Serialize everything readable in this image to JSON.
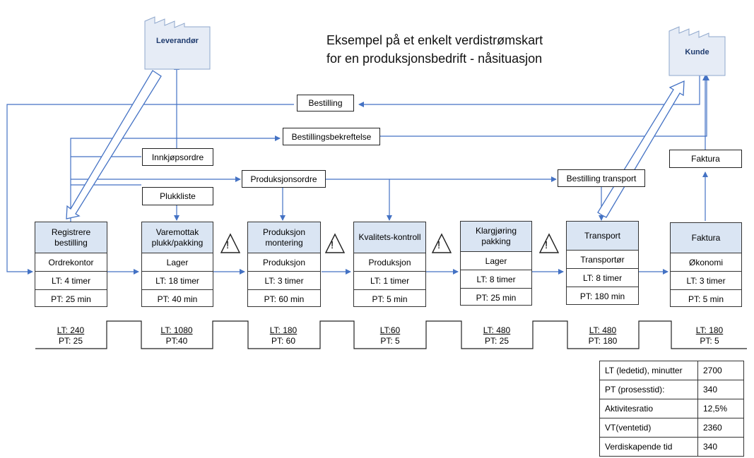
{
  "title": {
    "line1": "Eksempel på et enkelt verdistrømskart",
    "line2": "for en produksjonsbedrift  - nåsituasjon"
  },
  "factories": {
    "supplier": "Leverandør",
    "customer": "Kunde"
  },
  "info_boxes": {
    "bestilling": "Bestilling",
    "bestillingsbekreftelse": "Bestillingsbekreftelse",
    "innkjopsordre": "Innkjøpsordre",
    "plukkliste": "Plukkliste",
    "produksjonsordre": "Produksjonsordre",
    "bestilling_transport": "Bestilling transport",
    "faktura": "Faktura"
  },
  "processes": [
    {
      "title": "Registrere bestilling",
      "dept": "Ordrekontor",
      "lt": "LT:  4 timer",
      "pt": "PT: 25 min"
    },
    {
      "title": "Varemottak plukk/pakking",
      "dept": "Lager",
      "lt": "LT: 18 timer",
      "pt": "PT: 40 min"
    },
    {
      "title": "Produksjon montering",
      "dept": "Produksjon",
      "lt": "LT:  3 timer",
      "pt": "PT: 60 min"
    },
    {
      "title": "Kvalitets-kontroll",
      "dept": "Produksjon",
      "lt": "LT:  1 timer",
      "pt": "PT: 5 min"
    },
    {
      "title": "Klargjøring pakking",
      "dept": "Lager",
      "lt": "LT:  8 timer",
      "pt": "PT: 25 min"
    },
    {
      "title": "Transport",
      "dept": "Transportør",
      "lt": "LT:  8 timer",
      "pt": "PT: 180 min"
    },
    {
      "title": "Faktura",
      "dept": "Økonomi",
      "lt": "LT:  3 timer",
      "pt": "PT: 5 min"
    }
  ],
  "timeline": [
    {
      "lt": "LT: 240",
      "pt": "PT: 25"
    },
    {
      "lt": "LT: 1080",
      "pt": "PT:40"
    },
    {
      "lt": "LT: 180",
      "pt": "PT: 60"
    },
    {
      "lt": "LT:60",
      "pt": "PT: 5"
    },
    {
      "lt": "LT: 480",
      "pt": "PT: 25"
    },
    {
      "lt": "LT: 480",
      "pt": "PT: 180"
    },
    {
      "lt": "LT: 180",
      "pt": "PT: 5"
    }
  ],
  "summary": [
    {
      "label": "LT (ledetid), minutter",
      "value": "2700"
    },
    {
      "label": "PT (prosesstid):",
      "value": "340"
    },
    {
      "label": "Aktivitesratio",
      "value": "12,5%"
    },
    {
      "label": "VT(ventetid)",
      "value": "2360"
    },
    {
      "label": "Verdiskapende tid",
      "value": "340"
    }
  ],
  "warning_symbol": "!",
  "colors": {
    "arrow": "#4472c4",
    "header_fill": "#dae5f3",
    "factory_fill": "#e6ecf6"
  },
  "icons": [
    "factory-icon",
    "warning-triangle-icon",
    "push-arrow-icon"
  ]
}
